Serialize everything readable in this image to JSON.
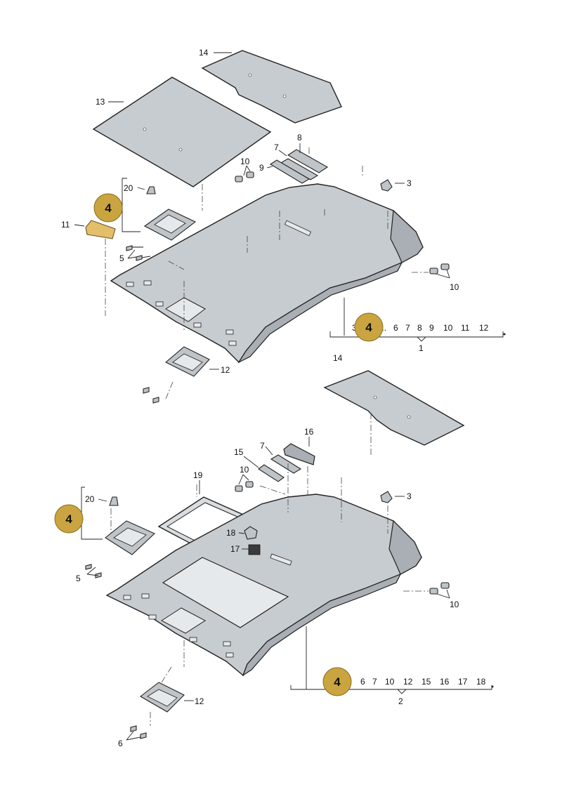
{
  "colors": {
    "badge_fill": "#c9a440",
    "badge_stroke": "#8a6d1e",
    "part_fill": "#c7ccd0",
    "line": "#222222"
  },
  "upper": {
    "callouts": {
      "c14": "14",
      "c13": "13",
      "c8": "8",
      "c7": "7",
      "c9": "9",
      "c10a": "10",
      "c3": "3",
      "c20": "20",
      "c11": "11",
      "c5": "5",
      "c10b": "10",
      "c12": "12"
    },
    "badge": "4",
    "group_list": [
      "6",
      "7",
      "8",
      "9",
      "10",
      "11",
      "12"
    ],
    "group_label": "1"
  },
  "lower": {
    "callouts": {
      "c14": "14",
      "c16": "16",
      "c7": "7",
      "c15": "15",
      "c10a": "10",
      "c19": "19",
      "c3": "3",
      "c20": "20",
      "c18": "18",
      "c17": "17",
      "c5": "5",
      "c10b": "10",
      "c12": "12",
      "c6": "6"
    },
    "badge_left": "4",
    "badge_group": "4",
    "group_list": [
      "6",
      "7",
      "10",
      "12",
      "15",
      "16",
      "17",
      "18"
    ],
    "group_label": "2"
  }
}
